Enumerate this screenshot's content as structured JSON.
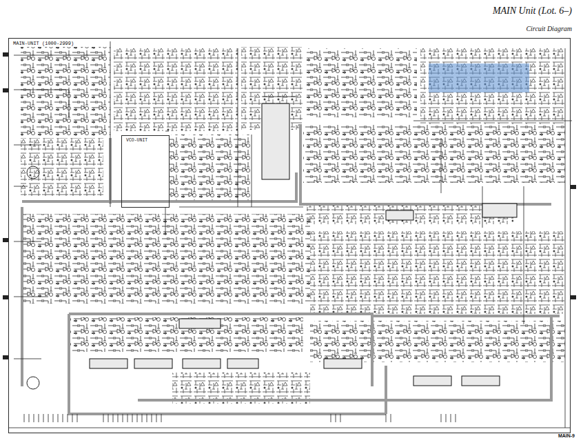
{
  "diagram": {
    "title": "MAIN Unit (Lot. 6–)",
    "nodes": [
      {
        "text": [
          "MAIN-UNIT (1000-2999)"
        ]
      },
      {
        "text": [
          "VCO-UNIT"
        ],
        "in": 0
      }
    ],
    "labels": [
      "Circuit Diagram",
      "MAIN-9"
    ]
  }
}
